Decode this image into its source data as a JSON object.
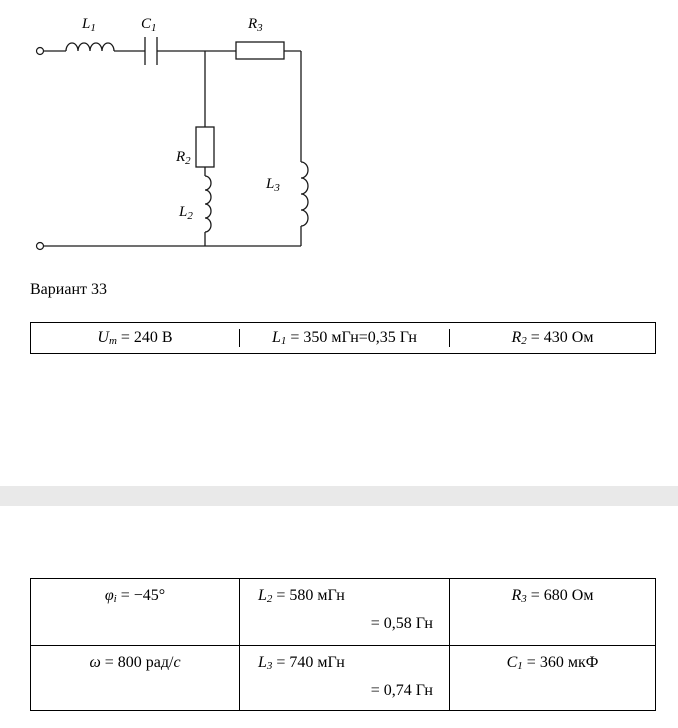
{
  "variant_title": "Вариант 33",
  "circuit": {
    "components": [
      {
        "base": "L",
        "sub": "1"
      },
      {
        "base": "C",
        "sub": "1"
      },
      {
        "base": "R",
        "sub": "3"
      },
      {
        "base": "R",
        "sub": "2"
      },
      {
        "base": "L",
        "sub": "2"
      },
      {
        "base": "L",
        "sub": "3"
      }
    ]
  },
  "table1": {
    "cells": [
      {
        "var": "U",
        "sub": "m",
        "rest": " = 240 В"
      },
      {
        "var": "L",
        "sub": "1",
        "rest": " = 350 мГн=0,35 Гн"
      },
      {
        "var": "R",
        "sub": "2",
        "rest": " = 430 Ом"
      }
    ]
  },
  "table2": {
    "rows": [
      {
        "c1": {
          "var": "φ",
          "sub": "i",
          "rest": " = −45°"
        },
        "c2": {
          "var": "L",
          "sub": "2",
          "rest": " = 580 мГн",
          "line2": "= 0,58 Гн"
        },
        "c3": {
          "var": "R",
          "sub": "3",
          "rest": " = 680 Ом"
        }
      },
      {
        "c1": {
          "var": "ω",
          "sub": "",
          "rest": " = 800 рад/",
          "tail": "c"
        },
        "c2": {
          "var": "L",
          "sub": "3",
          "rest": " = 740 мГн",
          "line2": "= 0,74 Гн"
        },
        "c3": {
          "var": "C",
          "sub": "1",
          "rest": " = 360 мкФ"
        }
      }
    ]
  }
}
